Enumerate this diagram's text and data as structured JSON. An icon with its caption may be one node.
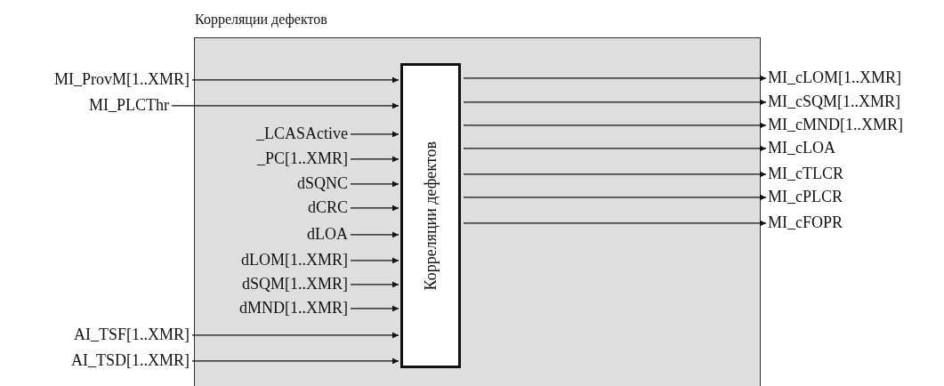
{
  "diagram": {
    "nodes": [
      {
        "text": [
          "Корреляции дефектов"
        ]
      },
      {
        "text": [
          "Корреляции дефектов"
        ],
        "in": 0
      },
      {
        "text": [
          "MI_ProvM[1..XMR]"
        ]
      },
      {
        "text": [
          "MI_PLCThr"
        ]
      },
      {
        "text": [
          "_LCASActive"
        ],
        "in": 0
      },
      {
        "text": [
          "_PC[1..XMR]"
        ],
        "in": 0
      },
      {
        "text": [
          "dSQNC"
        ],
        "in": 0
      },
      {
        "text": [
          "dCRC"
        ],
        "in": 0
      },
      {
        "text": [
          "dLOA"
        ],
        "in": 0
      },
      {
        "text": [
          "dLOM[1..XMR]"
        ],
        "in": 0
      },
      {
        "text": [
          "dSQM[1..XMR]"
        ],
        "in": 0
      },
      {
        "text": [
          "dMND[1..XMR]"
        ],
        "in": 0
      },
      {
        "text": [
          "AI_TSF[1..XMR]"
        ]
      },
      {
        "text": [
          "AI_TSD[1..XMR]"
        ]
      },
      {
        "text": [
          "MI_cLOM[1..XMR]"
        ]
      },
      {
        "text": [
          "MI_cSQM[1..XMR]"
        ]
      },
      {
        "text": [
          "MI_cMND[1..XMR]"
        ]
      },
      {
        "text": [
          "MI_cLOA"
        ]
      },
      {
        "text": [
          "MI_cTLCR"
        ]
      },
      {
        "text": [
          "MI_cPLCR"
        ]
      },
      {
        "text": [
          "MI_cFOPR"
        ]
      }
    ],
    "edges": [
      {
        "from": 2,
        "to": 1,
        "arrow": "to"
      },
      {
        "from": 3,
        "to": 1,
        "arrow": "to"
      },
      {
        "from": 4,
        "to": 1,
        "arrow": "to"
      },
      {
        "from": 5,
        "to": 1,
        "arrow": "to"
      },
      {
        "from": 6,
        "to": 1,
        "arrow": "to"
      },
      {
        "from": 7,
        "to": 1,
        "arrow": "to"
      },
      {
        "from": 8,
        "to": 1,
        "arrow": "to"
      },
      {
        "from": 9,
        "to": 1,
        "arrow": "to"
      },
      {
        "from": 10,
        "to": 1,
        "arrow": "to"
      },
      {
        "from": 11,
        "to": 1,
        "arrow": "to"
      },
      {
        "from": 12,
        "to": 1,
        "arrow": "to"
      },
      {
        "from": 13,
        "to": 1,
        "arrow": "to"
      },
      {
        "from": 1,
        "to": 14,
        "arrow": "to"
      },
      {
        "from": 1,
        "to": 15,
        "arrow": "to"
      },
      {
        "from": 1,
        "to": 16,
        "arrow": "to"
      },
      {
        "from": 1,
        "to": 17,
        "arrow": "to"
      },
      {
        "from": 1,
        "to": 18,
        "arrow": "to"
      },
      {
        "from": 1,
        "to": 19,
        "arrow": "to"
      },
      {
        "from": 1,
        "to": 20,
        "arrow": "to"
      }
    ]
  }
}
